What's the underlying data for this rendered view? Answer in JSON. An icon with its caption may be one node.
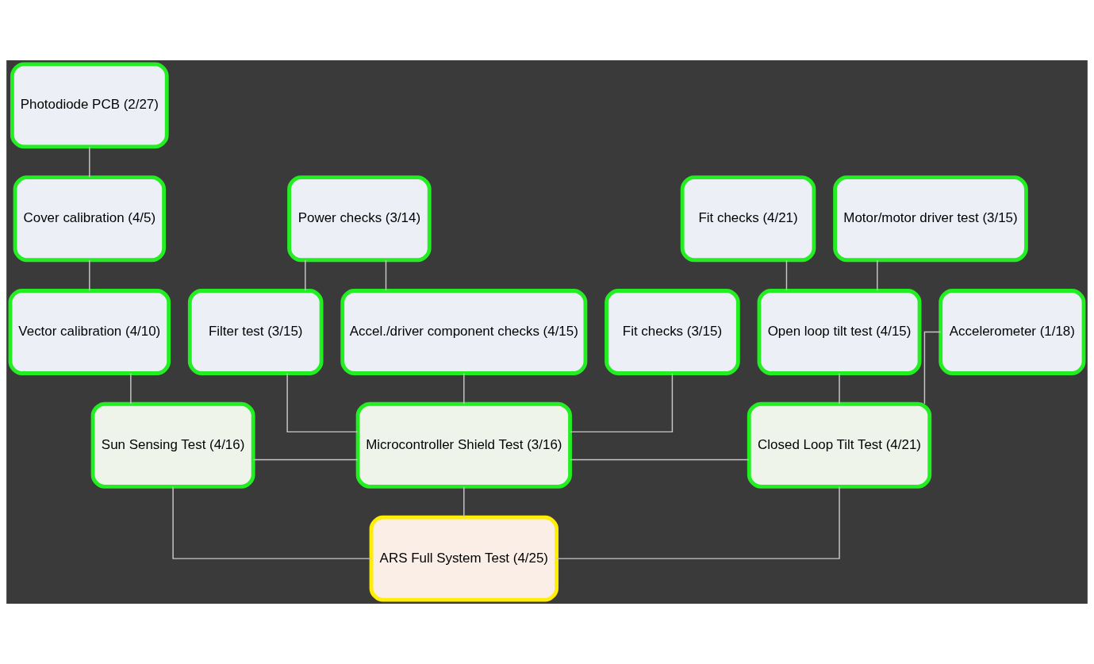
{
  "diagram": {
    "nodes": [
      {
        "text": [
          "Photodiode PCB (2/27)"
        ]
      },
      {
        "text": [
          "Cover calibration (4/5)"
        ]
      },
      {
        "text": [
          "Power checks (3/14)"
        ]
      },
      {
        "text": [
          "Fit checks (4/21)"
        ]
      },
      {
        "text": [
          "Motor/motor driver test (3/15)"
        ]
      },
      {
        "text": [
          "Vector calibration (4/10)"
        ]
      },
      {
        "text": [
          "Filter test (3/15)"
        ]
      },
      {
        "text": [
          "Accel./driver component checks (4/15)"
        ]
      },
      {
        "text": [
          "Fit checks (3/15)"
        ]
      },
      {
        "text": [
          "Open loop tilt test (4/15)"
        ]
      },
      {
        "text": [
          "Accelerometer (1/18)"
        ]
      },
      {
        "text": [
          "Sun Sensing Test (4/16)"
        ]
      },
      {
        "text": [
          "Microcontroller Shield Test (3/16)"
        ]
      },
      {
        "text": [
          "Closed Loop Tilt Test (4/21)"
        ]
      },
      {
        "text": [
          "ARS Full System Test (4/25)"
        ]
      }
    ],
    "edges": [
      {
        "from": 0,
        "to": 1,
        "arrow": "none"
      },
      {
        "from": 1,
        "to": 5,
        "arrow": "none"
      },
      {
        "from": 5,
        "to": 11,
        "arrow": "none"
      },
      {
        "from": 2,
        "to": 6,
        "arrow": "none"
      },
      {
        "from": 2,
        "to": 7,
        "arrow": "none"
      },
      {
        "from": 3,
        "to": 9,
        "arrow": "none"
      },
      {
        "from": 4,
        "to": 9,
        "arrow": "none"
      },
      {
        "from": 6,
        "to": 12,
        "arrow": "none"
      },
      {
        "from": 7,
        "to": 12,
        "arrow": "none"
      },
      {
        "from": 8,
        "to": 12,
        "arrow": "none"
      },
      {
        "from": 9,
        "to": 13,
        "arrow": "none"
      },
      {
        "from": 10,
        "to": 13,
        "arrow": "none"
      },
      {
        "from": 11,
        "to": 12,
        "arrow": "none"
      },
      {
        "from": 12,
        "to": 13,
        "arrow": "none"
      },
      {
        "from": 11,
        "to": 14,
        "arrow": "none"
      },
      {
        "from": 12,
        "to": 14,
        "arrow": "none"
      },
      {
        "from": 13,
        "to": 14,
        "arrow": "none"
      }
    ]
  }
}
